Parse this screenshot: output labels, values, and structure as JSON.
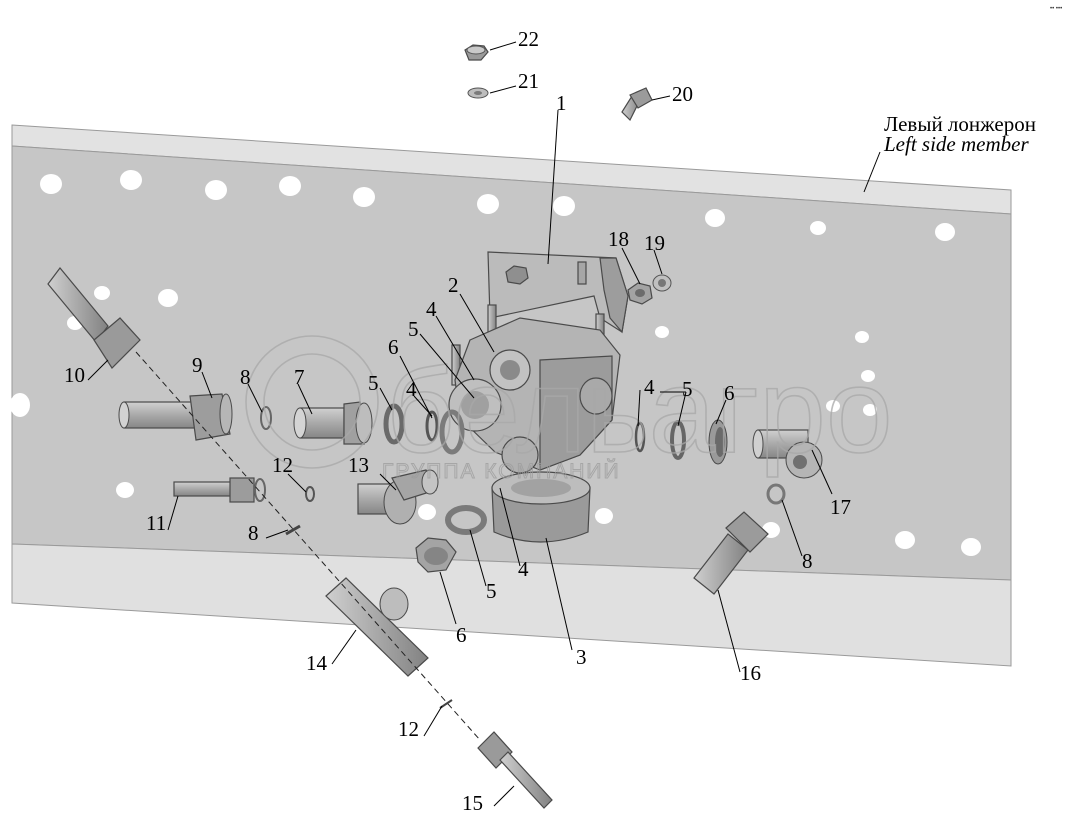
{
  "caption": {
    "ru": "Левый лонжерон",
    "en": "Left side member"
  },
  "watermark": {
    "logo_text": "бельагро",
    "subtitle": "ГРУППА КОМПАНИЙ"
  },
  "corner_mark": "•• •••",
  "callouts": {
    "c1": "1",
    "c2": "2",
    "c3": "3",
    "c4a": "4",
    "c4b": "4",
    "c4c": "4",
    "c4d": "4",
    "c5a": "5",
    "c5b": "5",
    "c5c": "5",
    "c5d": "5",
    "c6a": "6",
    "c6b": "6",
    "c6c": "6",
    "c7": "7",
    "c8a": "8",
    "c8b": "8",
    "c8c": "8",
    "c9": "9",
    "c10": "10",
    "c11": "11",
    "c12a": "12",
    "c12b": "12",
    "c13": "13",
    "c14": "14",
    "c15": "15",
    "c16": "16",
    "c17": "17",
    "c18": "18",
    "c19": "19",
    "c20": "20",
    "c21": "21",
    "c22": "22"
  },
  "colors": {
    "background": "#ffffff",
    "member_face": "#c8c8c8",
    "member_flange": "#e0e0e0",
    "part_fill": "#b5b5b5",
    "part_dark": "#8e8e8e",
    "ink": "#000000"
  }
}
